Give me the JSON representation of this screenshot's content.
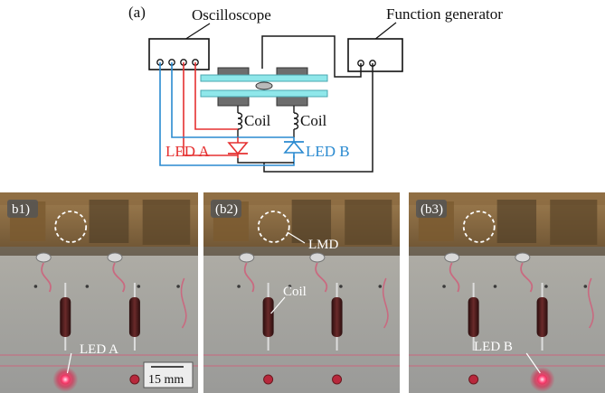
{
  "schematic": {
    "panel_label": "(a)",
    "oscilloscope_label": "Oscilloscope",
    "function_generator_label": "Function generator",
    "coil_left_label": "Coil",
    "coil_right_label": "Coil",
    "led_a_label": "LED A",
    "led_b_label": "LED B",
    "colors": {
      "wire": "#1a1a1a",
      "red_wire": "#e53030",
      "blue_wire": "#2a8ad0",
      "tube": "#7fe0e4",
      "magnet": "#6d6d6d"
    }
  },
  "photos": [
    {
      "panel_label": "b1)",
      "labels": {
        "led": "LED A",
        "scale_bar": "15 mm"
      },
      "lit_led": "A"
    },
    {
      "panel_label": "(b2)",
      "labels": {
        "lmd": "LMD",
        "coil": "Coil"
      },
      "lit_led": "none"
    },
    {
      "panel_label": "(b3)",
      "labels": {
        "led": "LED B"
      },
      "lit_led": "B"
    }
  ]
}
